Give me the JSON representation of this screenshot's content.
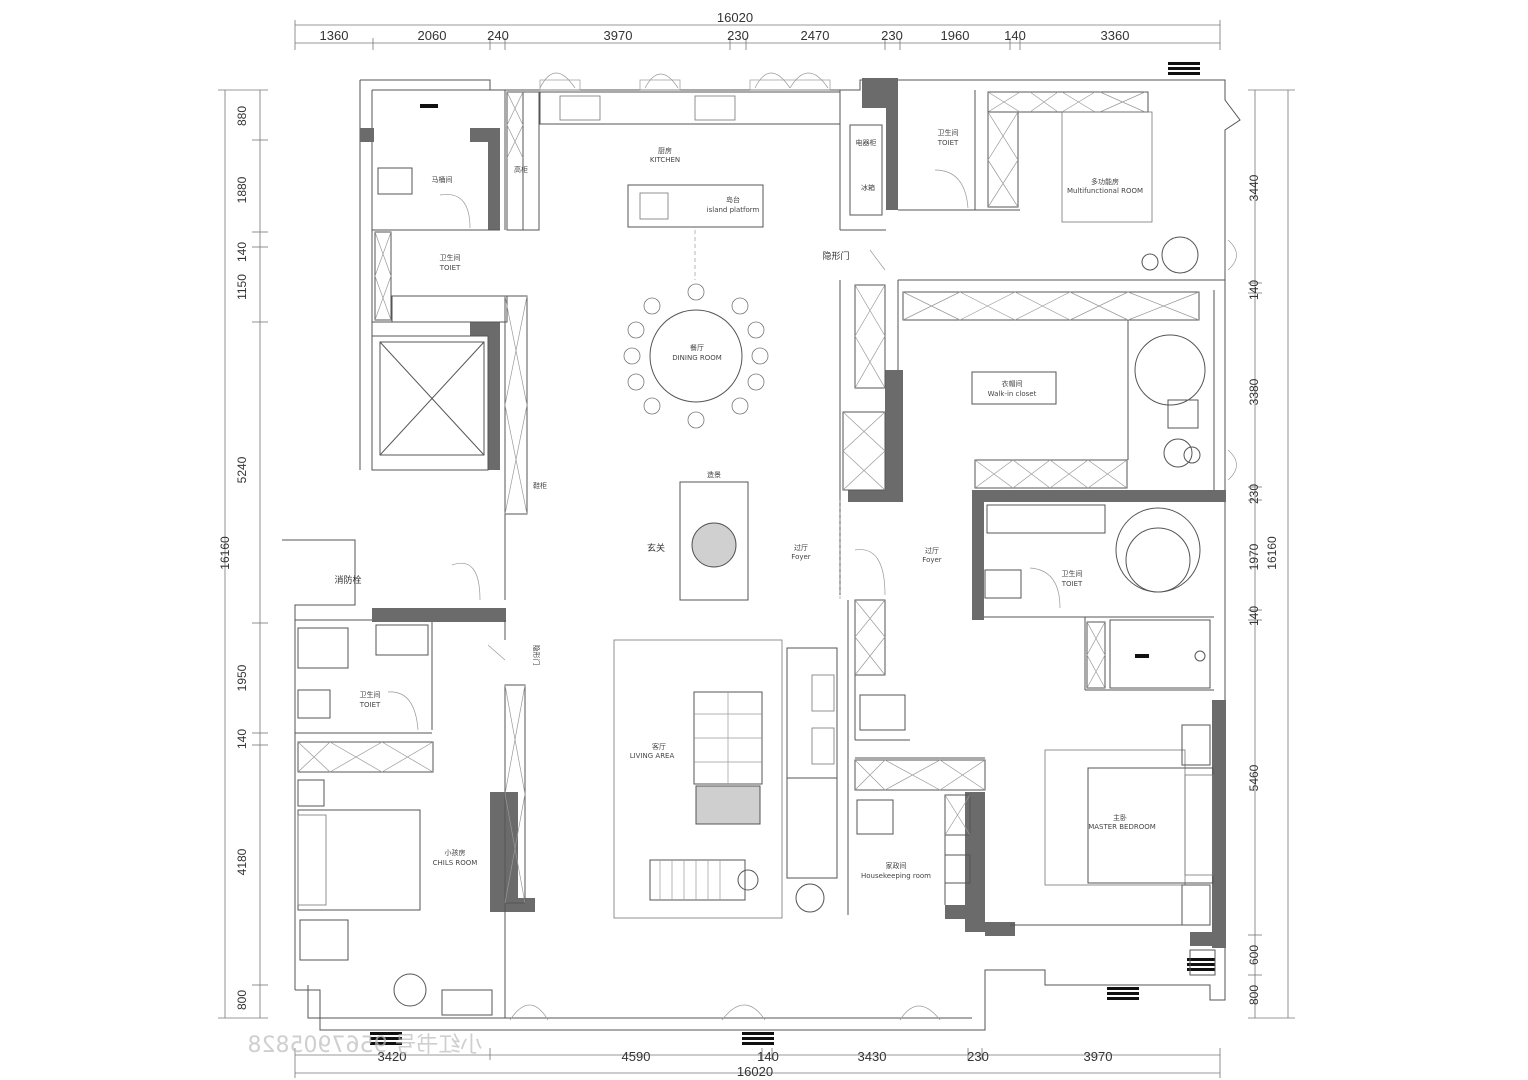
{
  "dimensions": {
    "overall_top": "16020",
    "overall_bottom": "16020",
    "overall_left": "16160",
    "overall_right": "16160",
    "top": [
      "1360",
      "2060",
      "240",
      "3970",
      "230",
      "2470",
      "230",
      "1960",
      "140",
      "3360"
    ],
    "bottom": [
      "3420",
      "4590",
      "140",
      "3430",
      "230",
      "3970"
    ],
    "left": [
      "880",
      "1880",
      "140",
      "1150",
      "5240",
      "1950",
      "140",
      "4180",
      "800"
    ],
    "right": [
      "3440",
      "140",
      "3380",
      "230",
      "1970",
      "140",
      "5460",
      "600",
      "800"
    ]
  },
  "rooms": {
    "kitchen": {
      "cn": "厨房",
      "en": "KITCHEN"
    },
    "island": {
      "cn": "岛台",
      "en": "island platform"
    },
    "dining": {
      "cn": "餐厅",
      "en": "DINING ROOM"
    },
    "toilet_cn": "卫生间",
    "toilet_en": "TOIET",
    "toilet_room": "马桶间",
    "multi": {
      "cn": "多功能房",
      "en": "Multifunctional ROOM"
    },
    "hidden_door": "隐形门",
    "hidden_door_v": "隐形门",
    "closet": {
      "cn": "衣帽间",
      "en": "Walk-in closet"
    },
    "shoe_cabinet": "鞋柜",
    "feature_wall": "造景",
    "entrance": "玄关",
    "foyer1": {
      "cn": "过厅",
      "en": "Foyer"
    },
    "foyer2": {
      "cn": "过厅",
      "en": "Foyer"
    },
    "fire": "消防栓",
    "living": {
      "cn": "客厅",
      "en": "LIVING  AREA"
    },
    "child": {
      "cn": "小孩房",
      "en": "CHILS ROOM"
    },
    "housekeeping": {
      "cn": "家政间",
      "en": "Housekeeping room"
    },
    "master": {
      "cn": "主卧",
      "en": "MASTER BEDROOM"
    },
    "cab_high": "高柜",
    "cab_elec": "电器柜",
    "cab_fridge": "冰箱"
  },
  "watermark": "小红书号 9567905828"
}
